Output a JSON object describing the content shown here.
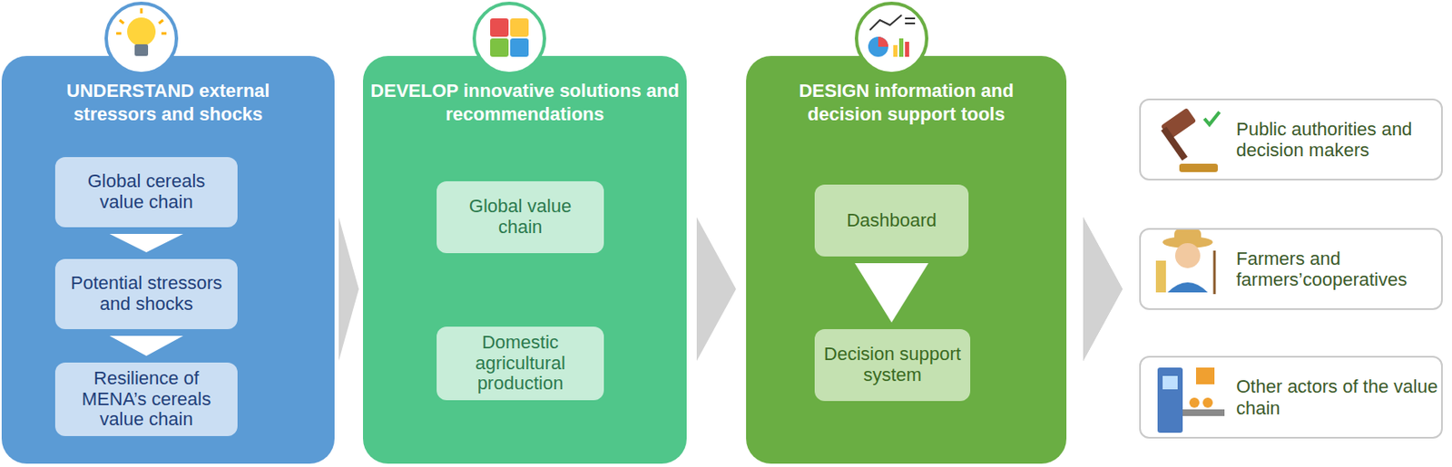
{
  "diagram": {
    "nodes": [
      {
        "text": [
          "UNDERSTAND external stressors and shocks"
        ]
      },
      {
        "text": [
          "Global cereals value chain"
        ],
        "in": 0
      },
      {
        "text": [
          "Potential stressors and shocks"
        ],
        "in": 0
      },
      {
        "text": [
          "Resilience of MENA’s cereals value chain"
        ],
        "in": 0
      },
      {
        "text": [
          "DEVELOP innovative solutions and recommendations"
        ]
      },
      {
        "text": [
          "Global value chain"
        ],
        "in": 4
      },
      {
        "text": [
          "Domestic agricultural production"
        ],
        "in": 4
      },
      {
        "text": [
          "DESIGN information and decision support tools"
        ]
      },
      {
        "text": [
          "Dashboard"
        ],
        "in": 7
      },
      {
        "text": [
          "Decision support system"
        ],
        "in": 7
      },
      {
        "text": [
          "Public authorities and decision makers"
        ]
      },
      {
        "text": [
          "Farmers and farmers’cooperatives"
        ]
      },
      {
        "text": [
          "Other actors of the value chain"
        ]
      }
    ],
    "edges": [
      {
        "from": 1,
        "to": 2,
        "arrow": "to"
      },
      {
        "from": 2,
        "to": 3,
        "arrow": "to"
      },
      {
        "from": 8,
        "to": 9,
        "arrow": "to"
      },
      {
        "from": 0,
        "to": 4,
        "arrow": "to"
      },
      {
        "from": 4,
        "to": 7,
        "arrow": "to"
      },
      {
        "from": 7,
        "to": 10,
        "arrow": "to"
      },
      {
        "from": 7,
        "to": 11,
        "arrow": "to"
      },
      {
        "from": 7,
        "to": 12,
        "arrow": "to"
      }
    ]
  }
}
